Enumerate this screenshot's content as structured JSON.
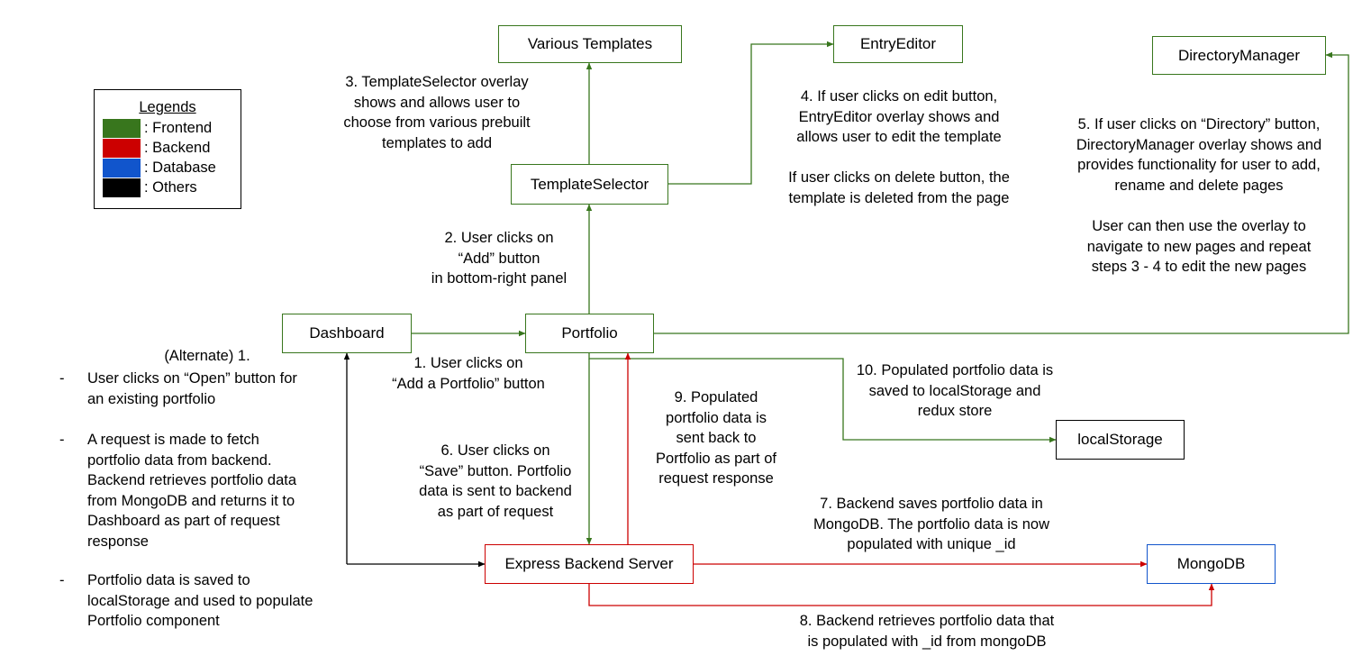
{
  "colors": {
    "frontend": "#38761d",
    "backend": "#cc0000",
    "database": "#1155cc",
    "others": "#000000"
  },
  "legend": {
    "title": "Legends",
    "items": [
      {
        "label": ": Frontend",
        "color": "#38761d"
      },
      {
        "label": ": Backend",
        "color": "#cc0000"
      },
      {
        "label": ": Database",
        "color": "#1155cc"
      },
      {
        "label": ": Others",
        "color": "#000000"
      }
    ]
  },
  "nodes": {
    "various_templates": "Various Templates",
    "entry_editor": "EntryEditor",
    "directory_manager": "DirectoryManager",
    "template_selector": "TemplateSelector",
    "dashboard": "Dashboard",
    "portfolio": "Portfolio",
    "local_storage": "localStorage",
    "express_backend_server": "Express Backend Server",
    "mongodb": "MongoDB"
  },
  "annotations": {
    "step_3": "3. TemplateSelector overlay\nshows and allows user to\nchoose from various prebuilt\ntemplates to add",
    "step_4": "4. If user clicks on edit button,\nEntryEditor overlay shows and\nallows user to edit the template\n\nIf user clicks on delete button, the\ntemplate is deleted from the page",
    "step_5": "5. If user clicks on “Directory” button,\nDirectoryManager overlay shows and\nprovides functionality for user to add,\nrename and delete pages\n\nUser can then use the overlay to\nnavigate to new pages and repeat\nsteps 3 - 4 to edit the new pages",
    "step_2": "2. User clicks on\n“Add” button\nin bottom-right panel",
    "step_1": "1. User clicks on\n“Add a Portfolio” button",
    "step_10": "10. Populated portfolio data is\nsaved to localStorage and\nredux store",
    "step_9": "9. Populated\nportfolio data is\nsent back to\nPortfolio as part of\nrequest response",
    "step_6": "6. User clicks on\n“Save” button. Portfolio\ndata is sent to backend\nas part of request",
    "step_7": "7. Backend saves portfolio data in\nMongoDB. The portfolio data is now\npopulated with unique _id",
    "step_8": "8. Backend retrieves portfolio data that\nis populated with _id from mongoDB"
  },
  "alternate": {
    "title": "(Alternate) 1.",
    "bullet_marker": "-",
    "items": [
      "User clicks on “Open” button for\nan existing portfolio",
      "A request is made to fetch\nportfolio data from backend.\nBackend retrieves portfolio data\nfrom MongoDB and returns it to\nDashboard as part of request\nresponse",
      "Portfolio data is saved to\nlocalStorage and used to populate\nPortfolio component"
    ]
  }
}
